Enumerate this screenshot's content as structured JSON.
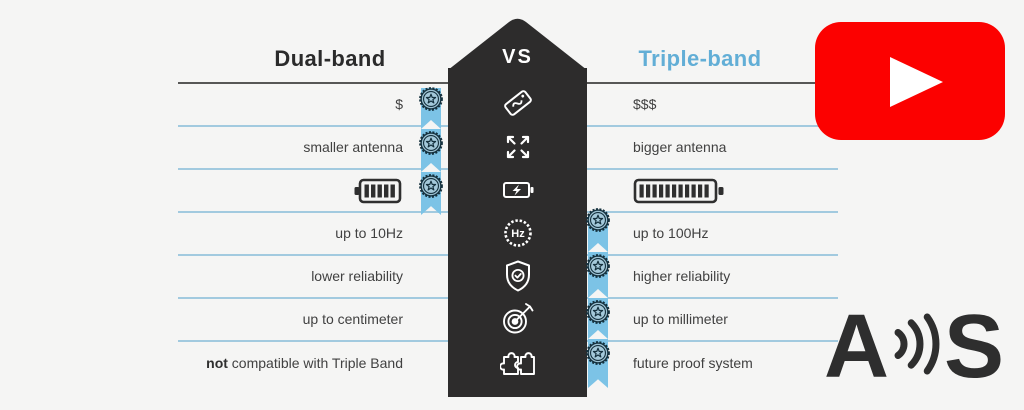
{
  "header": {
    "left": "Dual-band",
    "vs": "VS",
    "right": "Triple-band"
  },
  "rows": [
    {
      "left": "$",
      "right": "$$$",
      "center_icon": "price-tag-icon",
      "winner": "dual-band"
    },
    {
      "left": "smaller antenna",
      "right": "bigger antenna",
      "center_icon": "expand-arrows-icon",
      "winner": "dual-band"
    },
    {
      "left_icon": "small-battery-icon",
      "right_icon": "large-battery-icon",
      "center_icon": "battery-charging-icon",
      "winner": "dual-band"
    },
    {
      "left": "up to 10Hz",
      "right": "up to 100Hz",
      "center_icon": "hz-frequency-icon",
      "center_icon_label": "Hz",
      "winner": "triple-band"
    },
    {
      "left": "lower reliability",
      "right": "higher reliability",
      "center_icon": "shield-check-icon",
      "winner": "triple-band"
    },
    {
      "left": "up to centimeter",
      "right": "up to millimeter",
      "center_icon": "target-accuracy-icon",
      "winner": "triple-band"
    },
    {
      "left_bold": "not",
      "left_rest": " compatible with Triple Band",
      "right": "future proof system",
      "center_icon": "puzzle-pieces-icon",
      "winner": "triple-band"
    }
  ],
  "badges": {
    "icon": "award-rosette-icon",
    "dual_band_winner_rows": [
      1,
      2,
      3
    ],
    "triple_band_winner_rows": [
      4,
      5,
      6,
      7
    ]
  },
  "logos": {
    "youtube": {
      "name": "youtube-play-button"
    },
    "watermark": {
      "name": "a-soundwaves-s-logo",
      "letter_left": "A",
      "letter_right": "S"
    }
  },
  "colors": {
    "background": "#f5f5f4",
    "dark_column": "#2d2c2c",
    "triple_band_blue": "#62aed6",
    "ribbon_blue": "#7cc3e6",
    "row_line_blue": "#a9d3e9",
    "header_line_gray": "#5a5a5a",
    "badge_dark": "#15313e",
    "badge_face_blue": "#a4c9da",
    "youtube_red": "#fc0100",
    "text_dark": "#414141"
  }
}
